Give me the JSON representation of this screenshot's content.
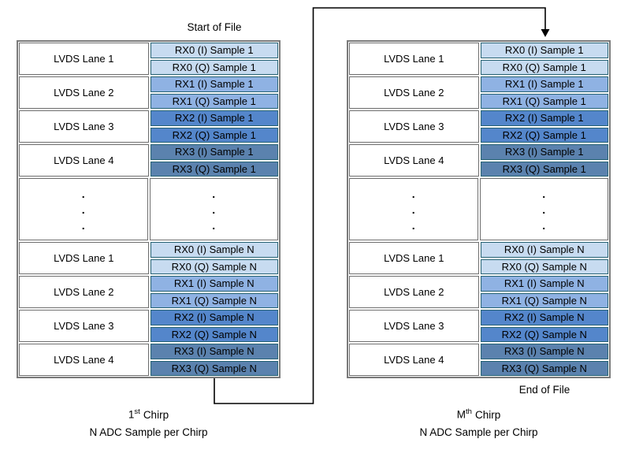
{
  "colors": {
    "rx_fills": [
      "#C7DBF0",
      "#8FB2E3",
      "#5486CB",
      "#5B82AE"
    ],
    "rx_cell_border": "#266273",
    "lane_cell_border": "#6E6E6E",
    "table_border": "#7A7A7A",
    "arrow": "#000000",
    "text": "#000000",
    "background": "#FFFFFF"
  },
  "tables": [
    {
      "top_label": "Start of File",
      "bottom_label": "",
      "sections": [
        {
          "type": "lanes",
          "rows": [
            {
              "lane": "LVDS Lane 1",
              "cells": [
                "RX0 (I) Sample 1",
                "RX0 (Q) Sample 1"
              ],
              "fill_index": 0
            },
            {
              "lane": "LVDS Lane 2",
              "cells": [
                "RX1 (I) Sample 1",
                "RX1 (Q) Sample 1"
              ],
              "fill_index": 1
            },
            {
              "lane": "LVDS Lane 3",
              "cells": [
                "RX2 (I) Sample 1",
                "RX2 (Q) Sample 1"
              ],
              "fill_index": 2
            },
            {
              "lane": "LVDS Lane 4",
              "cells": [
                "RX3 (I) Sample 1",
                "RX3 (Q) Sample 1"
              ],
              "fill_index": 3
            }
          ]
        },
        {
          "type": "dots",
          "dots": [
            ".",
            ".",
            "."
          ]
        },
        {
          "type": "lanes",
          "rows": [
            {
              "lane": "LVDS Lane 1",
              "cells": [
                "RX0 (I) Sample N",
                "RX0 (Q) Sample N"
              ],
              "fill_index": 0
            },
            {
              "lane": "LVDS Lane 2",
              "cells": [
                "RX1 (I) Sample N",
                "RX1 (Q) Sample N"
              ],
              "fill_index": 1
            },
            {
              "lane": "LVDS Lane 3",
              "cells": [
                "RX2 (I) Sample N",
                "RX2 (Q) Sample N"
              ],
              "fill_index": 2
            },
            {
              "lane": "LVDS Lane 4",
              "cells": [
                "RX3 (I) Sample N",
                "RX3 (Q) Sample N"
              ],
              "fill_index": 3
            }
          ]
        }
      ],
      "caption": {
        "base": "1",
        "sup": "st",
        "rest": "Chirp",
        "line2": "N ADC Sample per Chirp"
      }
    },
    {
      "top_label": "",
      "bottom_label": "End of File",
      "sections": [
        {
          "type": "lanes",
          "rows": [
            {
              "lane": "LVDS Lane 1",
              "cells": [
                "RX0 (I) Sample 1",
                "RX0 (Q) Sample 1"
              ],
              "fill_index": 0
            },
            {
              "lane": "LVDS Lane 2",
              "cells": [
                "RX1 (I) Sample 1",
                "RX1 (Q) Sample 1"
              ],
              "fill_index": 1
            },
            {
              "lane": "LVDS Lane 3",
              "cells": [
                "RX2 (I) Sample 1",
                "RX2 (Q) Sample 1"
              ],
              "fill_index": 2
            },
            {
              "lane": "LVDS Lane 4",
              "cells": [
                "RX3 (I) Sample 1",
                "RX3 (Q) Sample 1"
              ],
              "fill_index": 3
            }
          ]
        },
        {
          "type": "dots",
          "dots": [
            ".",
            ".",
            "."
          ]
        },
        {
          "type": "lanes",
          "rows": [
            {
              "lane": "LVDS Lane 1",
              "cells": [
                "RX0 (I) Sample N",
                "RX0 (Q) Sample N"
              ],
              "fill_index": 0
            },
            {
              "lane": "LVDS Lane 2",
              "cells": [
                "RX1 (I) Sample N",
                "RX1 (Q) Sample N"
              ],
              "fill_index": 1
            },
            {
              "lane": "LVDS Lane 3",
              "cells": [
                "RX2 (I) Sample N",
                "RX2 (Q) Sample N"
              ],
              "fill_index": 2
            },
            {
              "lane": "LVDS Lane 4",
              "cells": [
                "RX3 (I) Sample N",
                "RX3 (Q) Sample N"
              ],
              "fill_index": 3
            }
          ]
        }
      ],
      "caption": {
        "base": "M",
        "sup": "th",
        "rest": "Chirp",
        "line2": "N ADC Sample per Chirp"
      }
    }
  ]
}
